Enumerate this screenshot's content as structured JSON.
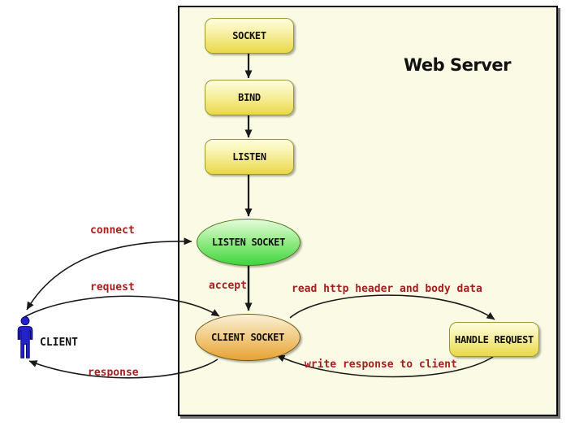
{
  "diagram": {
    "title": "Web Server",
    "nodes": {
      "socket": "SOCKET",
      "bind": "BIND",
      "listen": "LISTEN",
      "listen_socket": "LISTEN SOCKET",
      "client_socket": "CLIENT SOCKET",
      "handle_request": "HANDLE REQUEST"
    },
    "actor": {
      "label": "CLIENT"
    },
    "edge_labels": {
      "connect": "connect",
      "request": "request",
      "response": "response",
      "accept": "accept",
      "read": "read http header and body data",
      "write": "write response to client"
    },
    "colors": {
      "box_fill": "#FAFAE5",
      "node_yellow": "#E9D847",
      "node_green": "#3FD53F",
      "node_orange": "#E7A233",
      "edge_label_red": "#A51F1F",
      "actor_blue": "#2323C8",
      "arrow_black": "#1A1A1A"
    }
  }
}
